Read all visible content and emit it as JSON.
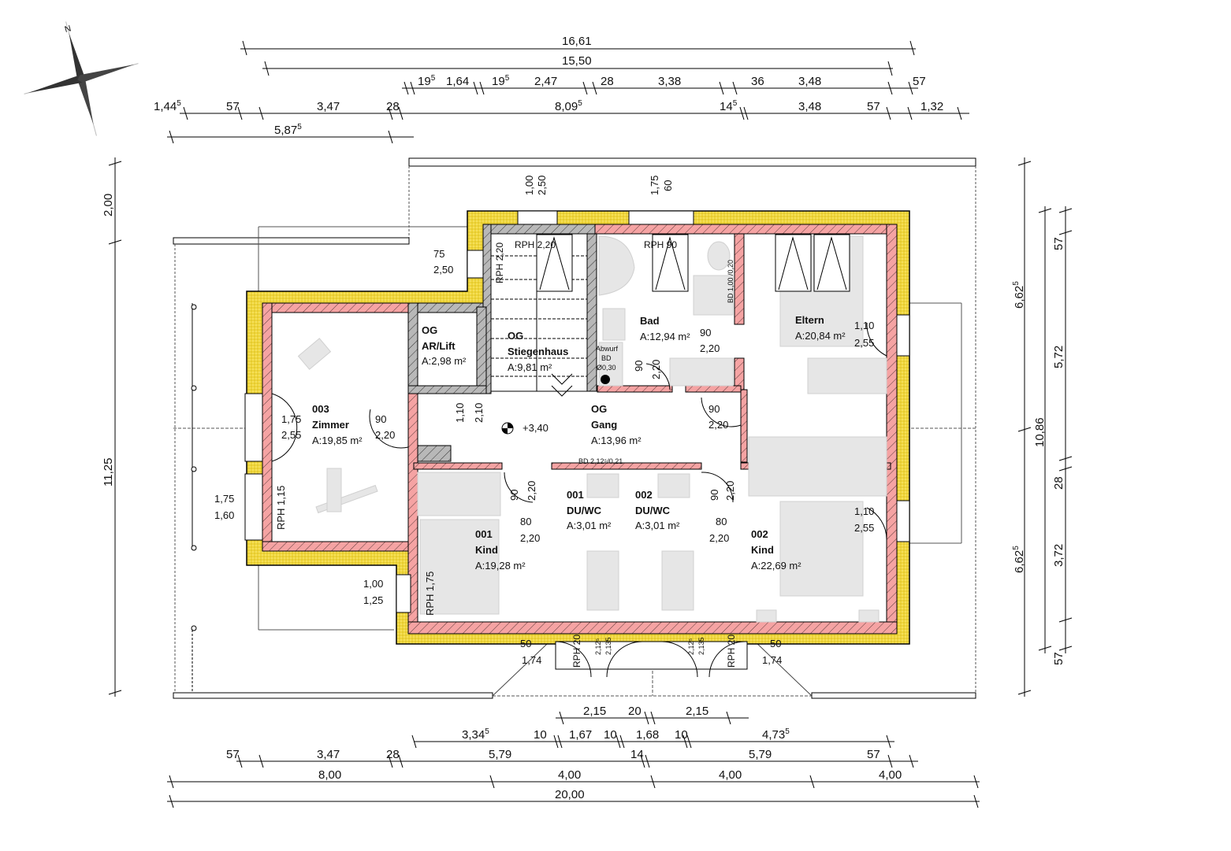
{
  "drawing": {
    "type": "floor-plan",
    "level": "OG",
    "north_label": "N",
    "level_marker": "+3,40"
  },
  "colors": {
    "insulation": "#f0d63a",
    "brick_wall": "#f5a3a3",
    "concrete_wall": "#b8b8b8",
    "furniture": "#e6e6e6",
    "lines": "#000000"
  },
  "dimensions_top": {
    "row1": {
      "total": "16,61"
    },
    "row2": {
      "total": "15,50"
    },
    "row3": [
      {
        "v": "19",
        "sup": "5"
      },
      {
        "v": "1,64"
      },
      {
        "v": "19",
        "sup": "5"
      },
      {
        "v": "2,47"
      },
      {
        "v": "28"
      },
      {
        "v": "3,38"
      },
      {
        "v": "36"
      },
      {
        "v": "3,48"
      },
      {
        "v": "57"
      }
    ],
    "row4": [
      {
        "v": "1,44",
        "sup": "5"
      },
      {
        "v": "57"
      },
      {
        "v": "3,47"
      },
      {
        "v": "28"
      },
      {
        "v": "8,09",
        "sup": "5"
      },
      {
        "v": "14",
        "sup": "5"
      },
      {
        "v": "3,48"
      },
      {
        "v": "57"
      },
      {
        "v": "1,32"
      }
    ],
    "row5": {
      "v": "5,87",
      "sup": "5"
    }
  },
  "dimensions_bottom": {
    "row1": [
      {
        "v": "2,15"
      },
      {
        "v": "20"
      },
      {
        "v": "2,15"
      }
    ],
    "row2": [
      {
        "v": "3,34",
        "sup": "5"
      },
      {
        "v": "10"
      },
      {
        "v": "1,67"
      },
      {
        "v": "10"
      },
      {
        "v": "1,68"
      },
      {
        "v": "10"
      },
      {
        "v": "4,73",
        "sup": "5"
      }
    ],
    "row3": [
      {
        "v": "57"
      },
      {
        "v": "3,47"
      },
      {
        "v": "28"
      },
      {
        "v": "5,79"
      },
      {
        "v": "14"
      },
      {
        "v": "5,79"
      },
      {
        "v": "57"
      }
    ],
    "row4": [
      {
        "v": "8,00"
      },
      {
        "v": "4,00"
      },
      {
        "v": "4,00"
      },
      {
        "v": "4,00"
      }
    ],
    "row5": {
      "total": "20,00"
    }
  },
  "dimensions_left": [
    {
      "v": "2,00"
    },
    {
      "v": "11,25"
    }
  ],
  "dimensions_right": {
    "outer": [
      {
        "v": "6,62",
        "sup": "5"
      },
      {
        "v": "6,62",
        "sup": "5"
      }
    ],
    "middle": {
      "v": "10,86"
    },
    "inner": [
      {
        "v": "57"
      },
      {
        "v": "5,72"
      },
      {
        "v": "28"
      },
      {
        "v": "3,72"
      },
      {
        "v": "57"
      }
    ]
  },
  "rooms": [
    {
      "id": "zimmer",
      "number": "003",
      "name": "Zimmer",
      "area": "A:19,85 m²"
    },
    {
      "id": "lift",
      "number": "OG",
      "name": "AR/Lift",
      "area": "A:2,98 m²"
    },
    {
      "id": "stiegenhaus",
      "number": "OG",
      "name": "Stiegenhaus",
      "area": "A:9,81 m²"
    },
    {
      "id": "bad",
      "number": "",
      "name": "Bad",
      "area": "A:12,94 m²"
    },
    {
      "id": "eltern",
      "number": "",
      "name": "Eltern",
      "area": "A:20,84 m²"
    },
    {
      "id": "gang",
      "number": "OG",
      "name": "Gang",
      "area": "A:13,96 m²"
    },
    {
      "id": "kind1",
      "number": "001",
      "name": "Kind",
      "area": "A:19,28 m²"
    },
    {
      "id": "duwc1",
      "number": "001",
      "name": "DU/WC",
      "area": "A:3,01 m²"
    },
    {
      "id": "duwc2",
      "number": "002",
      "name": "DU/WC",
      "area": "A:3,01 m²"
    },
    {
      "id": "kind2",
      "number": "002",
      "name": "Kind",
      "area": "A:22,69 m²"
    }
  ],
  "openings": {
    "north_window1": {
      "w": "1,00",
      "h": "2,50"
    },
    "north_window2": {
      "w": "1,75",
      "h": "60"
    },
    "stair_window": {
      "w": "75",
      "h": "2,50"
    },
    "stair_rph": "RPH 2,20",
    "stair_rph_v": "RPH 2,20",
    "bad_rph": "RPH 90",
    "bad_bd": "BD 1,00 /0,20",
    "abwurf": [
      "Abwurf",
      "BD",
      "Ø0,30"
    ],
    "bad_door": {
      "w": "90",
      "h": "2,20"
    },
    "bad_door2": {
      "w": "90",
      "h": "2,20"
    },
    "lift_door": {
      "w": "1,10",
      "h": "2,10"
    },
    "zimmer_window": {
      "w": "1,75",
      "h": "2,55"
    },
    "zimmer_door": {
      "w": "90",
      "h": "2,20"
    },
    "zimmer_window2": {
      "w": "1,75",
      "h": "1,60"
    },
    "zimmer_rph": "RPH 1,15",
    "eltern_window": {
      "w": "1,10",
      "h": "2,55"
    },
    "eltern_door": {
      "w": "90",
      "h": "2,20"
    },
    "kind1_door": {
      "w": "90",
      "h": "2,20"
    },
    "kind1_door_b": {
      "w": "80",
      "h": "2,20"
    },
    "kind2_door": {
      "w": "90",
      "h": "2,20"
    },
    "kind2_door_b": {
      "w": "80",
      "h": "2,20"
    },
    "kind1_window": {
      "w": "1,00",
      "h": "1,25"
    },
    "kind1_rph": "RPH 1,75",
    "kind2_window": {
      "w": "1,10",
      "h": "2,55"
    },
    "duwc_bd": "BD 2,12⁵/0,21",
    "balcony_left": {
      "w": "50",
      "h": "1,74"
    },
    "balcony_right": {
      "w": "50",
      "h": "1,74"
    },
    "balcony_rph_left": "RPH 20",
    "balcony_rph_right": "RPH 20",
    "balcony_door_l": [
      "2,12⁵",
      "2,135"
    ],
    "balcony_door_r": [
      "2,12⁵",
      "2,135"
    ]
  }
}
